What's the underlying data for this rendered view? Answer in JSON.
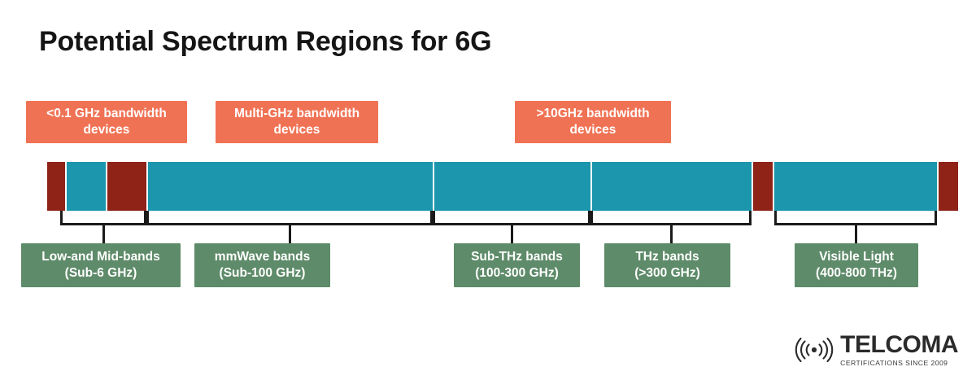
{
  "page": {
    "title": "Potential Spectrum Regions for 6G",
    "background": "#FFFFFF"
  },
  "colors": {
    "teal": "#1B96AC",
    "dark_red": "#8F2318",
    "orange": "#F07254",
    "green": "#5E8B69",
    "line": "#1A1A1A",
    "title_text": "#151515"
  },
  "bandwidth_callouts": [
    {
      "line1": "<0.1 GHz bandwidth",
      "line2": "devices"
    },
    {
      "line1": "Multi-GHz bandwidth",
      "line2": "devices"
    },
    {
      "line1": ">10GHz bandwidth",
      "line2": "devices"
    }
  ],
  "spectrum_segments": [
    {
      "color": "#8F2318",
      "name": "segment-red-1"
    },
    {
      "color": "#1B96AC",
      "name": "segment-teal-1"
    },
    {
      "color": "#8F2318",
      "name": "segment-red-2"
    },
    {
      "color": "#1B96AC",
      "name": "segment-teal-2"
    },
    {
      "color": "#1B96AC",
      "name": "segment-teal-3"
    },
    {
      "color": "#1B96AC",
      "name": "segment-teal-4"
    },
    {
      "color": "#8F2318",
      "name": "segment-red-3"
    },
    {
      "color": "#1B96AC",
      "name": "segment-teal-5"
    },
    {
      "color": "#8F2318",
      "name": "segment-red-4"
    }
  ],
  "band_labels": [
    {
      "line1": "Low-and Mid-bands",
      "line2": "(Sub-6 GHz)"
    },
    {
      "line1": "mmWave bands",
      "line2": "(Sub-100 GHz)"
    },
    {
      "line1": "Sub-THz bands",
      "line2": "(100-300 GHz)"
    },
    {
      "line1": "THz bands",
      "line2": "(>300 GHz)"
    },
    {
      "line1": "Visible Light",
      "line2": "(400-800 THz)"
    }
  ],
  "logo": {
    "icon": "signal-waves-icon",
    "name": "TELCOMA",
    "tagline": "CERTIFICATIONS SINCE 2009"
  }
}
